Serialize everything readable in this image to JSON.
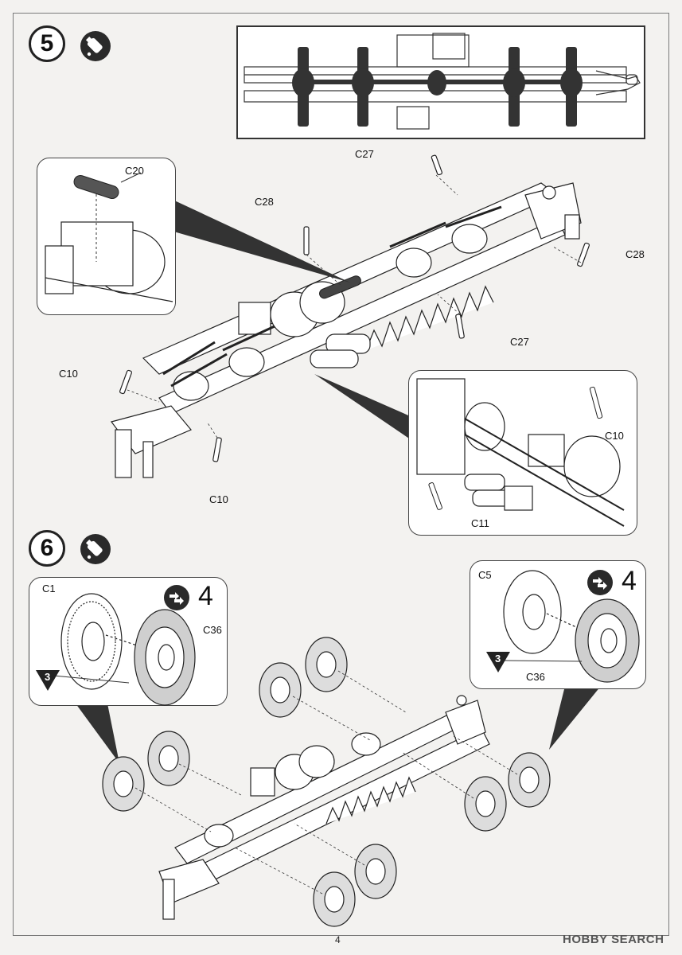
{
  "page_number": "4",
  "watermark": "HOBBY SEARCH",
  "steps": [
    {
      "number": "5"
    },
    {
      "number": "6"
    }
  ],
  "labels": {
    "c20": "C20",
    "c27_top": "C27",
    "c27_bottom": "C27",
    "c28_left": "C28",
    "c28_right": "C28",
    "c10_left": "C10",
    "c10_bottom": "C10",
    "c10_inset": "C10",
    "c11_inset": "C11",
    "c1": "C1",
    "c36_left": "C36",
    "c5": "C5",
    "c36_right": "C36"
  },
  "repeat_left": {
    "count": "4",
    "mark": "3"
  },
  "repeat_right": {
    "count": "4",
    "mark": "3"
  },
  "icons": {
    "glue": "glue-bottle-icon",
    "repeat": "repeat-arrows-icon",
    "mark": "triangle-mark-icon"
  }
}
